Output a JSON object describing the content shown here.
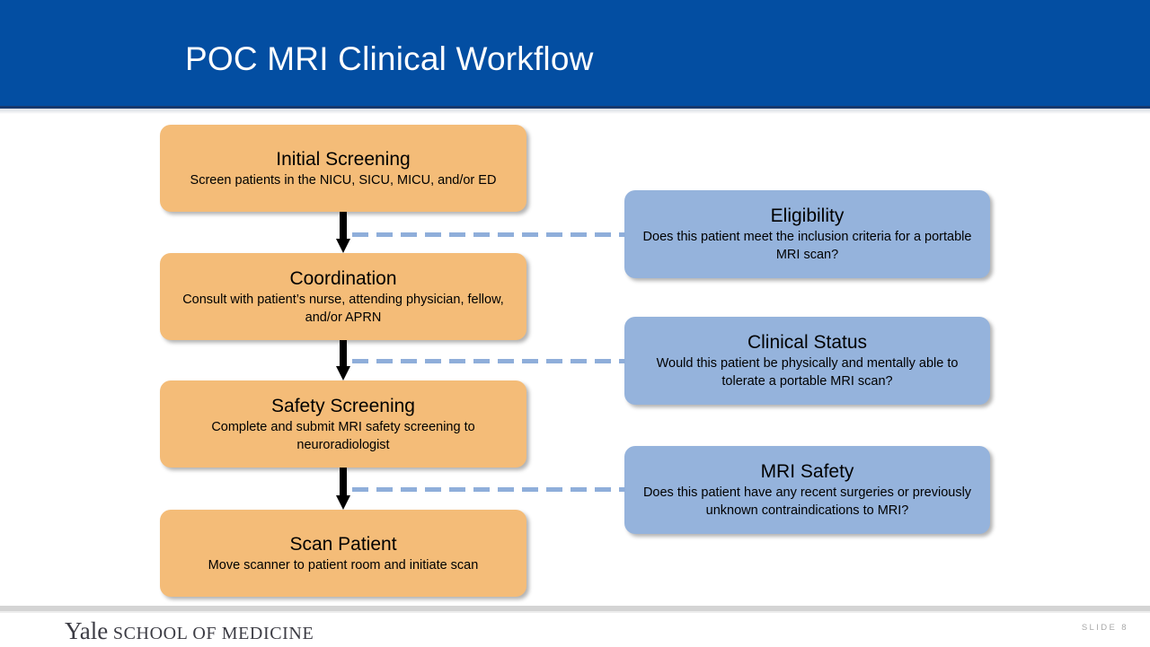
{
  "slide": {
    "title": "POC MRI Clinical Workflow",
    "header_color": "#034EA2",
    "step_color": "#F4BC78",
    "question_color": "#95B3DC",
    "connector_color": "#8FAEDA",
    "arrow_color": "#000000"
  },
  "steps": [
    {
      "title": "Initial Screening",
      "desc": "Screen patients in the NICU, SICU, MICU, and/or ED"
    },
    {
      "title": "Coordination",
      "desc": "Consult with patient’s nurse, attending physician, fellow, and/or APRN"
    },
    {
      "title": "Safety Screening",
      "desc": "Complete and submit MRI safety screening to neuroradiologist"
    },
    {
      "title": "Scan Patient",
      "desc": "Move scanner to patient room and initiate scan"
    }
  ],
  "questions": [
    {
      "title": "Eligibility",
      "desc": "Does this patient meet the inclusion criteria for a portable MRI scan?"
    },
    {
      "title": "Clinical Status",
      "desc": "Would this patient be physically and mentally able to tolerate a portable MRI scan?"
    },
    {
      "title": "MRI Safety",
      "desc": "Does this patient have any recent surgeries or previously unknown contraindications to MRI?"
    }
  ],
  "footer": {
    "brand_primary": "Yale",
    "brand_secondary": "SCHOOL OF MEDICINE",
    "slide_number": "SLIDE 8"
  }
}
